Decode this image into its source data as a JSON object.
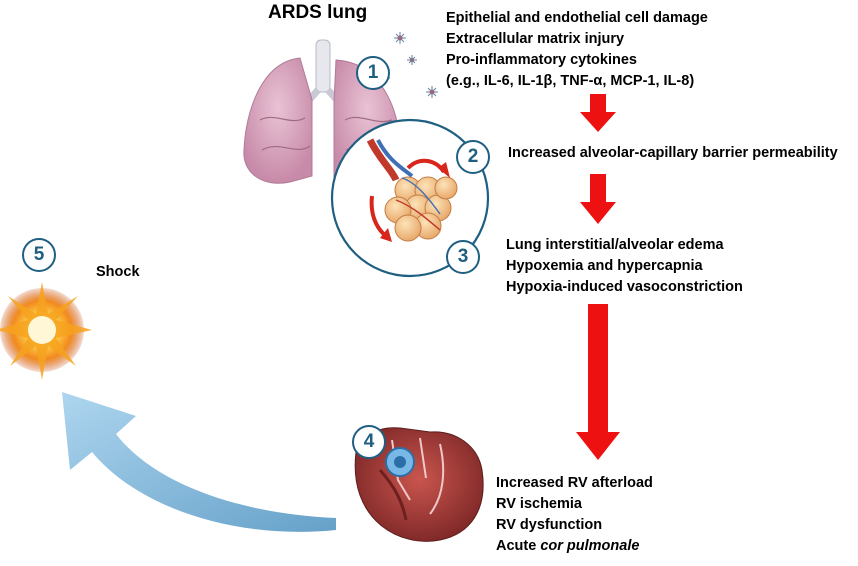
{
  "title": "ARDS lung",
  "steps": [
    {
      "number": "1",
      "lines": [
        "Epithelial and endothelial cell damage",
        "Extracellular matrix injury",
        "Pro-inflammatory cytokines",
        "(e.g., IL-6, IL-1β, TNF-α, MCP-1, IL-8)"
      ]
    },
    {
      "number": "2",
      "lines": [
        "Increased alveolar-capillary barrier permeability"
      ]
    },
    {
      "number": "3",
      "lines": [
        "Lung interstitial/alveolar edema",
        "Hypoxemia and hypercapnia",
        "Hypoxia-induced vasoconstriction"
      ]
    },
    {
      "number": "4",
      "lines": [
        "Increased RV afterload",
        "RV ischemia",
        "RV dysfunction"
      ],
      "last_prefix": "Acute ",
      "last_italic": "cor pulmonale"
    },
    {
      "number": "5",
      "lines": [
        "Shock"
      ]
    }
  ],
  "colors": {
    "arrow_red": "#ee1111",
    "return_arrow": "#7fb6d8",
    "circle_border": "#1f5f82",
    "lung": "#d9a8c0",
    "heart": "#a83a3a"
  },
  "icons": [
    "lung-illustration",
    "alveoli-icon",
    "heart-illustration",
    "explosion-icon"
  ]
}
